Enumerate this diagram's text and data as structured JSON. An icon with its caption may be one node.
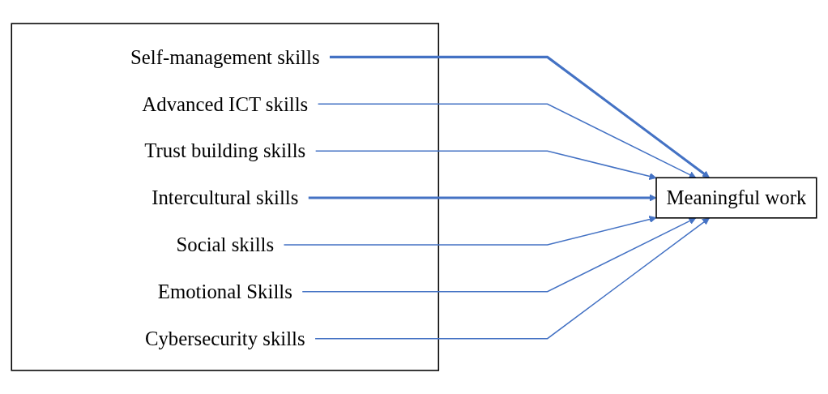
{
  "diagram": {
    "nodes": [
      {
        "text": [],
        "shape": "box"
      },
      {
        "text": [
          "Self-management skills"
        ],
        "in": 0
      },
      {
        "text": [
          "Advanced ICT skills"
        ],
        "in": 0
      },
      {
        "text": [
          "Trust building skills"
        ],
        "in": 0
      },
      {
        "text": [
          "Intercultural skills"
        ],
        "in": 0
      },
      {
        "text": [
          "Social skills"
        ],
        "in": 0
      },
      {
        "text": [
          "Emotional Skills"
        ],
        "in": 0
      },
      {
        "text": [
          "Cybersecurity skills"
        ],
        "in": 0
      },
      {
        "text": [
          "Meaningful work"
        ]
      }
    ],
    "edges": [
      {
        "from": 1,
        "to": 8,
        "arrow": "to",
        "style": "thick"
      },
      {
        "from": 2,
        "to": 8,
        "arrow": "to"
      },
      {
        "from": 3,
        "to": 8,
        "arrow": "to"
      },
      {
        "from": 4,
        "to": 8,
        "arrow": "to",
        "style": "thick"
      },
      {
        "from": 5,
        "to": 8,
        "arrow": "to"
      },
      {
        "from": 6,
        "to": 8,
        "arrow": "to"
      },
      {
        "from": 7,
        "to": 8,
        "arrow": "to"
      }
    ]
  }
}
